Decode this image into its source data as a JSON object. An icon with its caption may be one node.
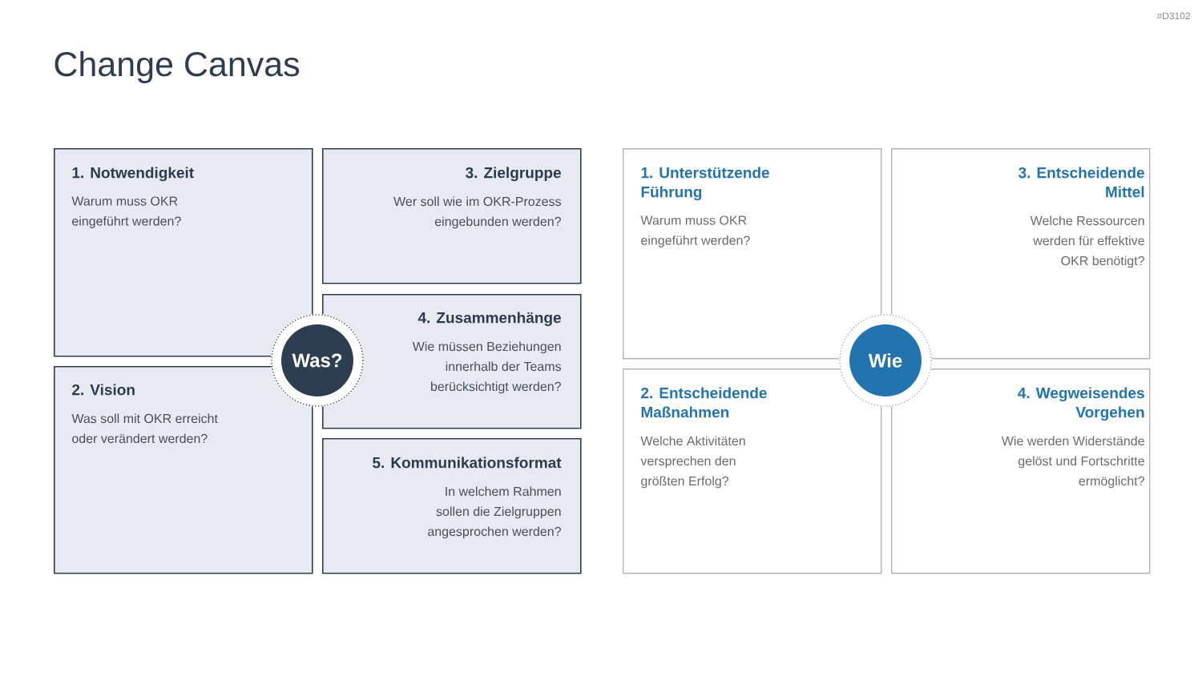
{
  "diagram": {
    "title": "Change Canvas",
    "nodes": [
      {
        "text": [
          "1. Notwendigkeit",
          "Warum muss OKR eingeführt werden?"
        ]
      },
      {
        "text": [
          "3. Zielgruppe",
          "Wer soll wie im OKR-Prozess eingebunden werden?"
        ]
      },
      {
        "text": [
          "Was?"
        ]
      },
      {
        "text": [
          "4. Zusammenhänge",
          "Wie müssen Beziehungen innerhalb der Teams berücksichtigt werden?"
        ]
      },
      {
        "text": [
          "2. Vision",
          "Was soll mit OKR erreicht oder verändert werden?"
        ]
      },
      {
        "text": [
          "5. Kommunikationsformat",
          "In welchem Rahmen sollen die Zielgruppen angesprochen werden?"
        ]
      },
      {
        "text": [
          "1. Unterstützende Führung",
          "Warum muss OKR eingeführt werden?"
        ]
      },
      {
        "text": [
          "3. Entscheidende Mittel",
          "Welche Ressourcen werden für effektive OKR benötigt?"
        ]
      },
      {
        "text": [
          "Wie"
        ]
      },
      {
        "text": [
          "2. Entscheidende Maßnahmen",
          "Welche Aktivitäten versprechen den größten Erfolg?"
        ]
      },
      {
        "text": [
          "4. Wegweisendes Vorgehen",
          "Wie werden Widerstände gelöst und Fortschritte ermöglicht?"
        ]
      }
    ],
    "labels": [
      "#D3102"
    ]
  }
}
